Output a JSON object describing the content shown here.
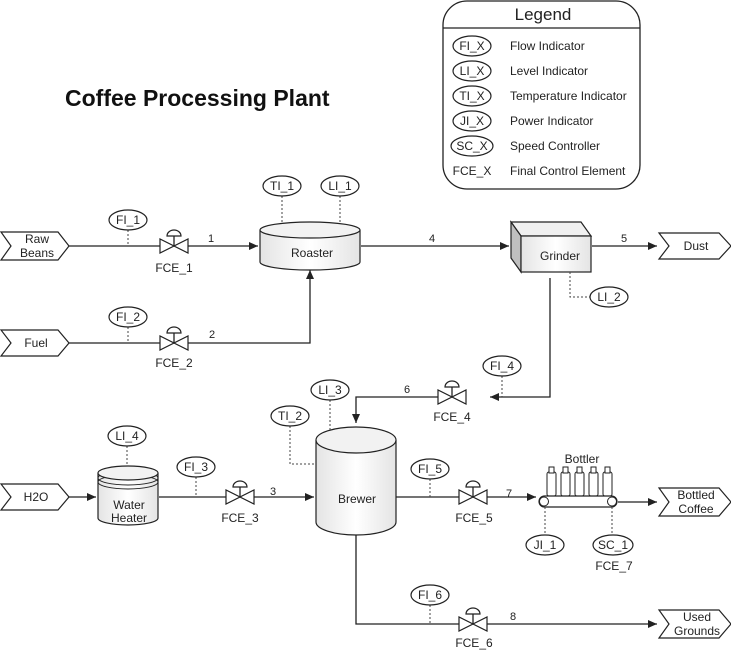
{
  "title": "Coffee Processing Plant",
  "legend": {
    "title": "Legend",
    "items": [
      {
        "symbol": "FI_X",
        "desc": "Flow Indicator"
      },
      {
        "symbol": "LI_X",
        "desc": "Level Indicator"
      },
      {
        "symbol": "TI_X",
        "desc": "Temperature Indicator"
      },
      {
        "symbol": "JI_X",
        "desc": "Power Indicator"
      },
      {
        "symbol": "SC_X",
        "desc": "Speed Controller"
      },
      {
        "symbol": "FCE_X",
        "desc": "Final Control Element"
      }
    ]
  },
  "inputs": {
    "raw_beans_line1": "Raw",
    "raw_beans_line2": "Beans",
    "fuel": "Fuel",
    "h2o": "H2O"
  },
  "outputs": {
    "dust": "Dust",
    "bottled_line1": "Bottled",
    "bottled_line2": "Coffee",
    "used_line1": "Used",
    "used_line2": "Grounds"
  },
  "equipment": {
    "roaster": "Roaster",
    "grinder": "Grinder",
    "brewer": "Brewer",
    "water_heater_line1": "Water",
    "water_heater_line2": "Heater",
    "bottler": "Bottler"
  },
  "instruments": {
    "fi_1": "FI_1",
    "fi_2": "FI_2",
    "fi_3": "FI_3",
    "fi_4": "FI_4",
    "fi_5": "FI_5",
    "fi_6": "FI_6",
    "ti_1": "TI_1",
    "ti_2": "TI_2",
    "li_1": "LI_1",
    "li_2": "LI_2",
    "li_3": "LI_3",
    "li_4": "LI_4",
    "ji_1": "JI_1",
    "sc_1": "SC_1"
  },
  "valves": {
    "fce_1": "FCE_1",
    "fce_2": "FCE_2",
    "fce_3": "FCE_3",
    "fce_4": "FCE_4",
    "fce_5": "FCE_5",
    "fce_6": "FCE_6",
    "fce_7": "FCE_7"
  },
  "streams": {
    "s1": "1",
    "s2": "2",
    "s3": "3",
    "s4": "4",
    "s5": "5",
    "s6": "6",
    "s7": "7",
    "s8": "8"
  }
}
